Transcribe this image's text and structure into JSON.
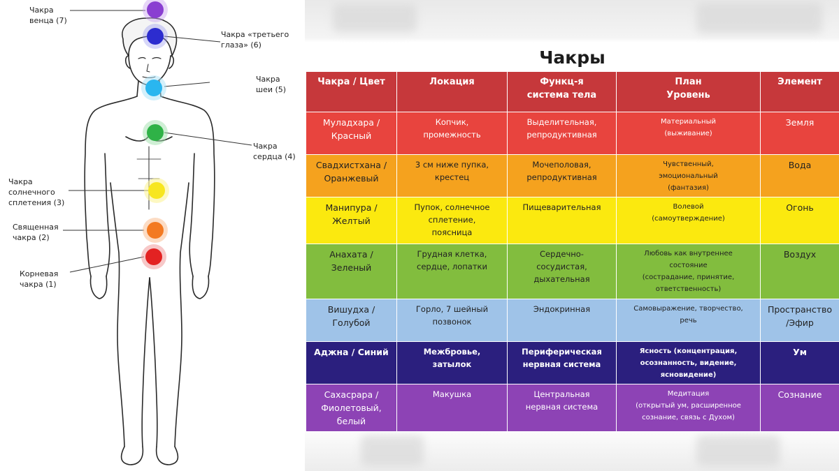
{
  "figure": {
    "labels": [
      {
        "id": "crown",
        "text": "Чакра\nвенца (7)",
        "color": "#8a3fd1"
      },
      {
        "id": "third-eye",
        "text": "Чакра «третьего\nглаза» (6)",
        "color": "#2c2ccf"
      },
      {
        "id": "throat",
        "text": "Чакра\nшеи (5)",
        "color": "#2ab6ef"
      },
      {
        "id": "heart",
        "text": "Чакра\nсердца (4)",
        "color": "#2fb247"
      },
      {
        "id": "solar",
        "text": "Чакра\nсолнечного\nсплетения (3)",
        "color": "#f7e620"
      },
      {
        "id": "sacral",
        "text": "Священная\nчакра (2)",
        "color": "#f37a22"
      },
      {
        "id": "root",
        "text": "Корневая\nчакра (1)",
        "color": "#e32222"
      }
    ]
  },
  "table": {
    "title": "Чакры",
    "headers": [
      "Чакра / Цвет",
      "Локация",
      "Функц-я\nсистема тела",
      "План\nУровень",
      "Элемент"
    ],
    "rows": [
      [
        "Муладхара /\nКрасный",
        "Копчик,\nпромежность",
        "Выделительная,\nрепродуктивная",
        "Материальный\n(выживание)",
        "Земля"
      ],
      [
        "Свадхистхана /\nОранжевый",
        "3 см ниже пупка,\nкрестец",
        "Мочеполовая,\nрепродуктивная",
        "Чувственный,\nэмоциональный\n(фантазия)",
        "Вода"
      ],
      [
        "Манипура /\nЖелтый",
        "Пупок, солнечное\nсплетение,\nпоясница",
        "Пищеварительная",
        "Волевой\n(самоутверждение)",
        "Огонь"
      ],
      [
        "Анахата /\nЗеленый",
        "Грудная клетка,\nсердце, лопатки",
        "Сердечно-\nсосудистая,\nдыхательная",
        "Любовь как внутреннее\nсостояние\n(сострадание, принятие,\nответственность)",
        "Воздух"
      ],
      [
        "Вишудха /\nГолубой",
        "Горло, 7 шейный\nпозвонок",
        "Эндокринная",
        "Самовыражение, творчество,\nречь",
        "Пространство\n/Эфир"
      ],
      [
        "Аджна / Синий",
        "Межбровье,\nзатылок",
        "Периферическая\nнервная система",
        "Ясность (концентрация,\nосознанность, видение,\nясновидение)",
        "Ум"
      ],
      [
        "Сахасрара /\nФиолетовый,\nбелый",
        "Макушка",
        "Центральная\nнервная система",
        "Медитация\n(открытый ум, расширенное\nсознание, связь с Духом)",
        "Сознание"
      ]
    ]
  }
}
